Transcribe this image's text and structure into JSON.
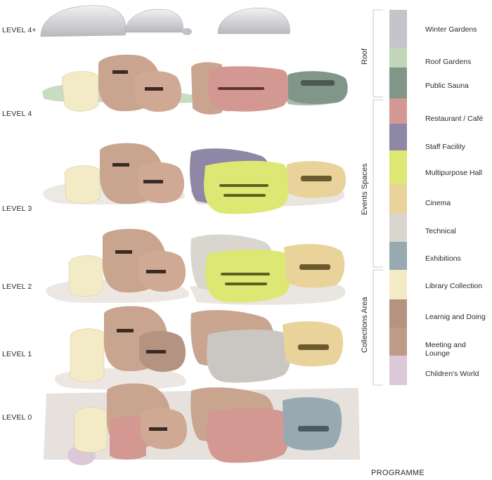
{
  "levels": [
    {
      "label": "LEVEL 4+"
    },
    {
      "label": "LEVEL 4"
    },
    {
      "label": "LEVEL 3"
    },
    {
      "label": "LEVEL 2"
    },
    {
      "label": "LEVEL 1"
    },
    {
      "label": "LEVEL 0"
    }
  ],
  "legend": {
    "groups": [
      {
        "label": "Roof"
      },
      {
        "label": "Events Spaces"
      },
      {
        "label": "Collections  Area"
      }
    ],
    "items": [
      {
        "label": "Winter Gardens",
        "color": "#c6c4ca"
      },
      {
        "label": "Roof Gardens",
        "color": "#c3d6b9"
      },
      {
        "label": "Public Sauna",
        "color": "#7f9689"
      },
      {
        "label": "Restaurant / Café",
        "color": "#d39892"
      },
      {
        "label": "Staff Facility",
        "color": "#8e87a6"
      },
      {
        "label": "Multipurpose Hall",
        "color": "#dde874"
      },
      {
        "label": "Cinema",
        "color": "#e9d39b"
      },
      {
        "label": "Technical",
        "color": "#d9d6d0"
      },
      {
        "label": "Exhibitions",
        "color": "#98a9b2"
      },
      {
        "label": "Library Collection",
        "color": "#f2ebc5"
      },
      {
        "label": "Learnig and Doing",
        "color": "#b59381"
      },
      {
        "label": "Meeting and Lounge",
        "color": "#bd9b86"
      },
      {
        "label": "Children's World",
        "color": "#ddc8d8"
      }
    ]
  },
  "footer": {
    "title": "PROGRAMME"
  }
}
